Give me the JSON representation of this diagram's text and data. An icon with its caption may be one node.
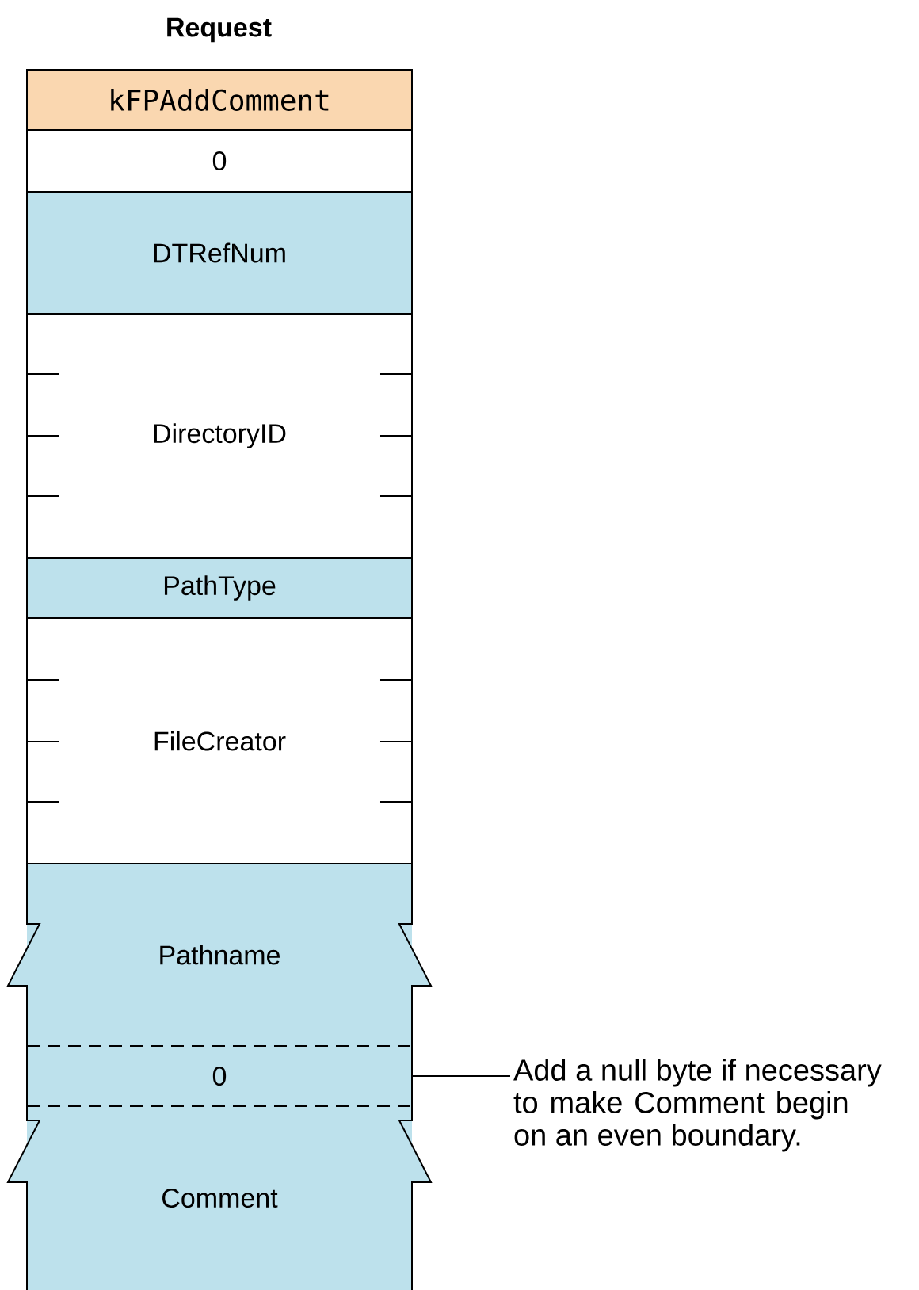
{
  "diagram": {
    "title": "Request",
    "nodes": [
      {
        "text": [
          "kFPAddComment"
        ]
      },
      {
        "text": [
          "0"
        ]
      },
      {
        "text": [
          "DTRefNum"
        ]
      },
      {
        "text": [
          "DirectoryID"
        ]
      },
      {
        "text": [
          "PathType"
        ]
      },
      {
        "text": [
          "FileCreator"
        ]
      },
      {
        "text": [
          "Pathname"
        ]
      },
      {
        "text": [
          "0"
        ]
      },
      {
        "text": [
          "Comment"
        ]
      },
      {
        "text": [
          "Add a null byte if necessary to make Comment begin on an even boundary."
        ]
      }
    ],
    "edges": [
      {
        "from": 9,
        "to": 7,
        "arrow": "none"
      }
    ]
  }
}
